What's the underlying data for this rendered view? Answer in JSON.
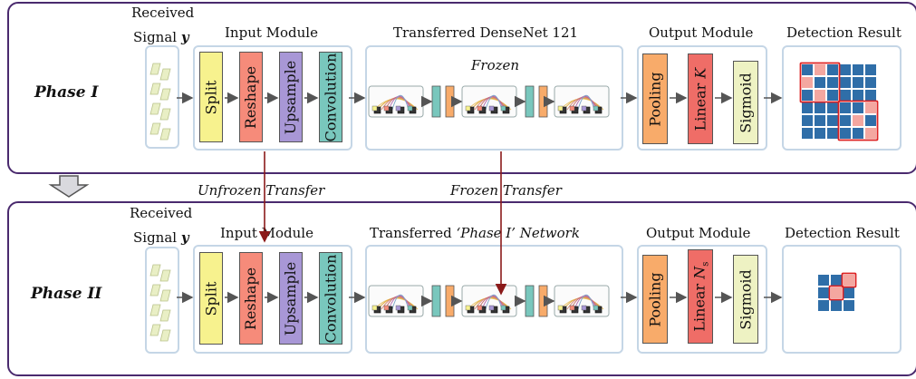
{
  "phase1": {
    "label": "Phase I",
    "received_line1": "Received",
    "received_line2": "Signal",
    "received_symbol": "y",
    "input_title": "Input Module",
    "blocks": [
      "Split",
      "Reshape",
      "Upsample",
      "Convolution"
    ],
    "dense_title": "Transferred DenseNet 121",
    "frozen_label": "Frozen",
    "output_title": "Output Module",
    "output_blocks": [
      "Pooling",
      "Linear",
      "Sigmoid"
    ],
    "linear_symbol": "K",
    "result_title": "Detection Result"
  },
  "transfers": {
    "unfrozen": "Unfrozen Transfer",
    "frozen": "Frozen Transfer"
  },
  "phase2": {
    "label": "Phase II",
    "received_line1": "Received",
    "received_line2": "Signal",
    "received_symbol": "y",
    "input_title": "Input Module",
    "blocks": [
      "Split",
      "Reshape",
      "Upsample",
      "Convolution"
    ],
    "network_title_prefix": "Transferred ",
    "network_title_italic": "‘Phase I’ Network",
    "output_title": "Output Module",
    "output_blocks": [
      "Pooling",
      "Linear",
      "Sigmoid"
    ],
    "linear_symbol": "N",
    "linear_subscript": "s",
    "result_title": "Detection Result"
  },
  "colors": {
    "frame": "#4a2a6e",
    "split": "#f7f28e",
    "reshape": "#f68b7a",
    "upsample": "#a897d6",
    "convolution": "#79c7bd",
    "pooling": "#f8ab6a",
    "linear": "#ef6d67",
    "sigmoid": "#eef2c3",
    "grid": "#2f6ea8",
    "grid_highlight": "#f4a7a0",
    "transfer_arrow": "#8b1a1a"
  }
}
